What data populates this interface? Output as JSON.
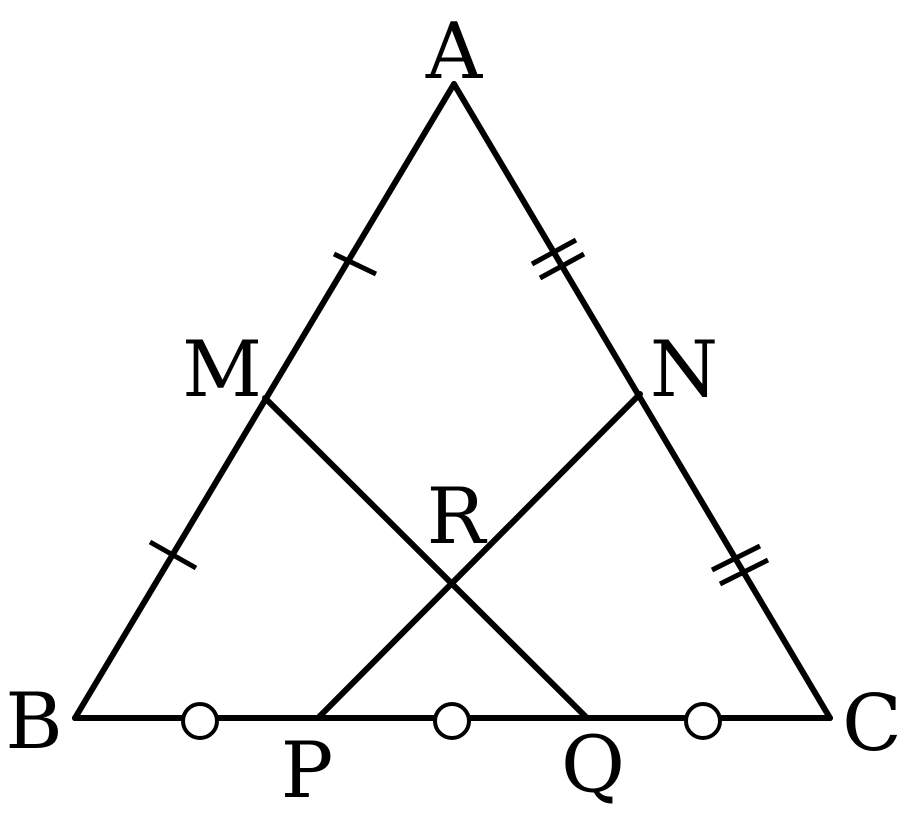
{
  "diagram": {
    "points": {
      "A": "A",
      "B": "B",
      "C": "C",
      "M": "M",
      "N": "N",
      "P": "P",
      "Q": "Q",
      "R": "R"
    },
    "stroke_color": "#000000",
    "background_color": "#ffffff",
    "marks": {
      "single_tick": [
        "AM",
        "MB"
      ],
      "double_tick": [
        "AN",
        "NC"
      ],
      "circle": [
        "BP",
        "PQ",
        "QC"
      ]
    },
    "segments": [
      "AB",
      "AC",
      "BC",
      "MQ",
      "NP"
    ]
  }
}
